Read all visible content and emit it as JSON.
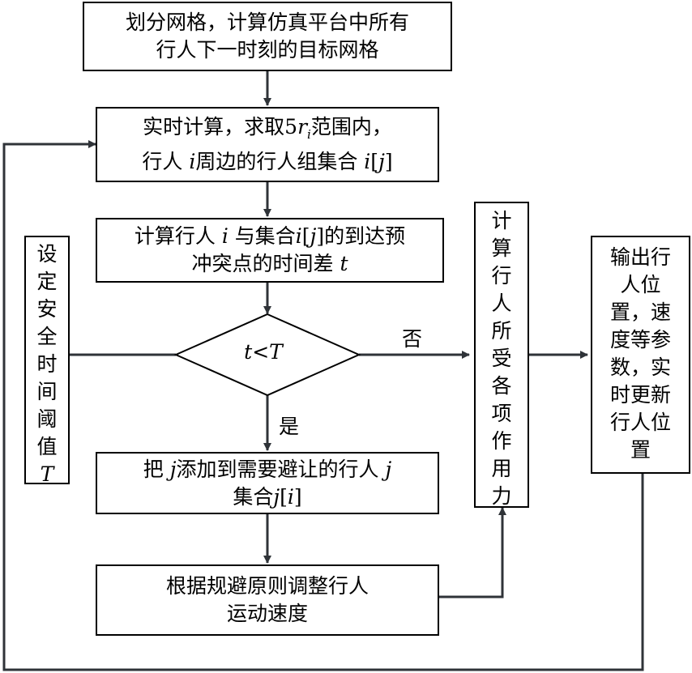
{
  "boxes": {
    "step1": {
      "line1": "划分网格，计算仿真平台中所有",
      "line2": "行人下一时刻的目标网格"
    },
    "step2": {
      "line1a": "实时计算，求取5",
      "line1_r": "r",
      "line1_sub": "i",
      "line1b": "范围内，",
      "line2a": "行人 ",
      "line2_i": "i",
      "line2b": "周边的行人组集合 ",
      "line2_set": "i",
      "line2_br1": "[",
      "line2_j": "j",
      "line2_br2": "]"
    },
    "step3": {
      "line1a": "计算行人 ",
      "line1_i": "i",
      "line1b": " 与集合",
      "line1_set": "i",
      "line1_br1": "[",
      "line1_j": "j",
      "line1_br2": "]",
      "line1c": "的到达预",
      "line2a": "冲突点的时间差 ",
      "line2_t": "t"
    },
    "decision": {
      "t": "t",
      "lt": "<",
      "T": "T"
    },
    "step4": {
      "line1a": "把 ",
      "line1_j": "j",
      "line1b": "添加到需要避让的行人 ",
      "line1_j2": "j",
      "line2a": "集合",
      "line2_set": "j",
      "line2_br1": "[",
      "line2_j": "i",
      "line2_br2": "]"
    },
    "step5": {
      "line1": "根据规避原则调整行人",
      "line2": "运动速度"
    },
    "threshold": {
      "chars": [
        "设",
        "定",
        "安",
        "全",
        "时",
        "间",
        "阈",
        "值"
      ],
      "T": "T"
    },
    "forces": {
      "chars": [
        "计",
        "算",
        "行",
        "人",
        "所",
        "受",
        "各",
        "项",
        "作",
        "用",
        "力"
      ]
    },
    "output": {
      "lines": [
        "输出行",
        "人位",
        "置，速",
        "度等参",
        "数，实",
        "时更新",
        "行人位",
        "置"
      ]
    }
  },
  "labels": {
    "no": "否",
    "yes": "是"
  }
}
